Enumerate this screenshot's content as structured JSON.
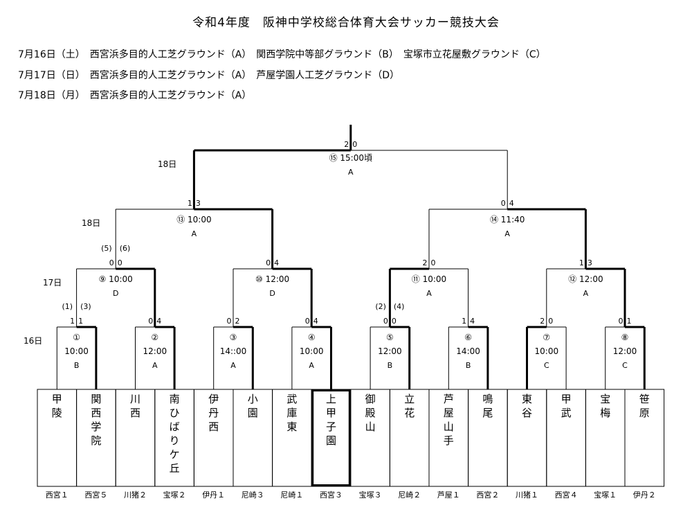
{
  "title": "令和4年度　阪神中学校総合体育大会サッカー競技大会",
  "schedule": [
    "7月16日（土）　西宮浜多目的人工芝グラウンド（A）　関西学院中等部グラウンド（B）　宝塚市立花屋敷グラウンド（C）",
    "7月17日（日）　西宮浜多目的人工芝グラウンド（A）　芦屋学園人工芝グラウンド（D）",
    "7月18日（月）　西宮浜多目的人工芝グラウンド（A）"
  ],
  "teams": [
    {
      "name": "甲陵",
      "school": "西宮１"
    },
    {
      "name": "関西学院",
      "school": "西宮５"
    },
    {
      "name": "川西",
      "school": "川猪２"
    },
    {
      "name": "南ひばりケ丘",
      "school": "宝塚２"
    },
    {
      "name": "伊丹西",
      "school": "伊丹１"
    },
    {
      "name": "小園",
      "school": "尼崎３"
    },
    {
      "name": "武庫東",
      "school": "尼崎１"
    },
    {
      "name": "上甲子園",
      "school": "西宮３"
    },
    {
      "name": "御殿山",
      "school": "宝塚３"
    },
    {
      "name": "立花",
      "school": "尼崎２"
    },
    {
      "name": "芦屋山手",
      "school": "芦屋１"
    },
    {
      "name": "鳴尾",
      "school": "西宮２"
    },
    {
      "name": "東谷",
      "school": "川猪１"
    },
    {
      "name": "甲武",
      "school": "西宮４"
    },
    {
      "name": "宝梅",
      "school": "宝塚１"
    },
    {
      "name": "笹原",
      "school": "伊丹２"
    }
  ],
  "round_days": {
    "r1": "16日",
    "r2": "17日",
    "r3": "18日",
    "final": "18日"
  },
  "matches": {
    "r1": [
      {
        "no": "①",
        "time": "10:00",
        "venue": "B",
        "score_l": "1",
        "score_r": "1",
        "pk": "(1)　(3)",
        "winner": "right"
      },
      {
        "no": "②",
        "time": "12:00",
        "venue": "A",
        "score_l": "0",
        "score_r": "4",
        "pk": "",
        "winner": "right"
      },
      {
        "no": "③",
        "time": "14::00",
        "venue": "A",
        "score_l": "0",
        "score_r": "2",
        "pk": "",
        "winner": "right"
      },
      {
        "no": "④",
        "time": "10:00",
        "venue": "A",
        "score_l": "0",
        "score_r": "4",
        "pk": "",
        "winner": "right"
      },
      {
        "no": "⑤",
        "time": "12:00",
        "venue": "B",
        "score_l": "0",
        "score_r": "0",
        "pk": "(2)　(4)",
        "winner": "right"
      },
      {
        "no": "⑥",
        "time": "14:00",
        "venue": "B",
        "score_l": "1",
        "score_r": "4",
        "pk": "",
        "winner": "right"
      },
      {
        "no": "⑦",
        "time": "10:00",
        "venue": "C",
        "score_l": "2",
        "score_r": "0",
        "pk": "",
        "winner": "left"
      },
      {
        "no": "⑧",
        "time": "12:00",
        "venue": "C",
        "score_l": "0",
        "score_r": "1",
        "pk": "",
        "winner": "right"
      }
    ],
    "r2": [
      {
        "no": "⑨",
        "time": "10:00",
        "venue": "D",
        "score_l": "0",
        "score_r": "0",
        "pk": "(5)　(6)",
        "winner": "right"
      },
      {
        "no": "⑩",
        "time": "12:00",
        "venue": "D",
        "score_l": "0",
        "score_r": "4",
        "pk": "",
        "winner": "right"
      },
      {
        "no": "⑪",
        "time": "10:00",
        "venue": "A",
        "score_l": "2",
        "score_r": "0",
        "pk": "",
        "winner": "left"
      },
      {
        "no": "⑫",
        "time": "12:00",
        "venue": "A",
        "score_l": "1",
        "score_r": "3",
        "pk": "",
        "winner": "right"
      }
    ],
    "r3": [
      {
        "no": "⑬",
        "time": "10:00",
        "venue": "A",
        "score_l": "1",
        "score_r": "3",
        "pk": "",
        "winner": "right"
      },
      {
        "no": "⑭",
        "time": "11:40",
        "venue": "A",
        "score_l": "0",
        "score_r": "4",
        "pk": "",
        "winner": "right"
      }
    ],
    "final": {
      "no": "⑮",
      "time": "15:00頃",
      "venue": "A",
      "score_l": "2",
      "score_r": "0",
      "pk": "",
      "winner": "left"
    }
  },
  "champion_index": 7
}
